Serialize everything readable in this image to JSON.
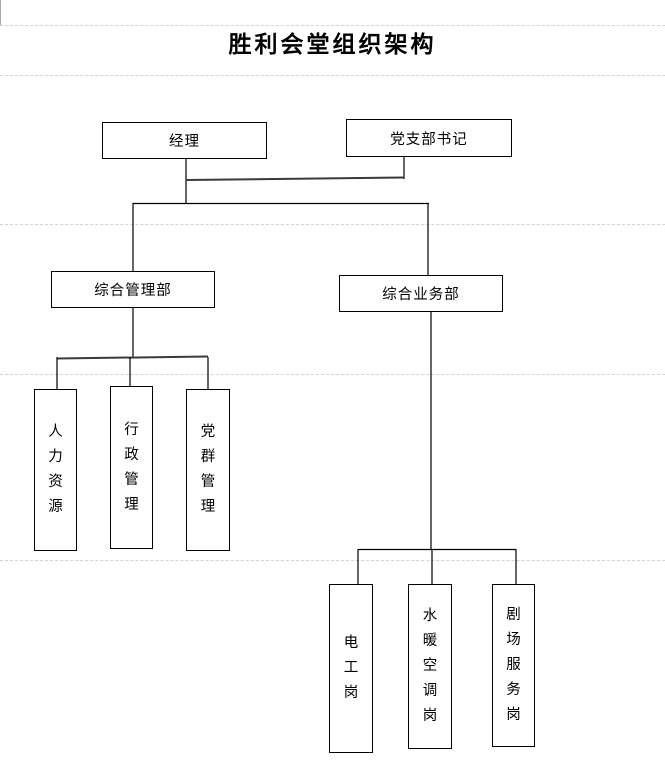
{
  "page": {
    "title": "胜利会堂组织架构"
  },
  "org_chart": {
    "type": "org-tree",
    "leadership": [
      {
        "id": "manager",
        "label": "经理"
      },
      {
        "id": "party-branch-secretary",
        "label": "党支部书记"
      }
    ],
    "departments": [
      {
        "id": "general-management-dept",
        "label": "综合管理部",
        "positions": [
          {
            "label": "人力资源"
          },
          {
            "label": "行政管理"
          },
          {
            "label": "党群管理"
          }
        ]
      },
      {
        "id": "general-business-dept",
        "label": "综合业务部",
        "positions": [
          {
            "label": "电工岗"
          },
          {
            "label": "水暖空调岗"
          },
          {
            "label": "剧场服务岗"
          }
        ]
      }
    ]
  },
  "colors": {
    "background": "#ffffff",
    "box_border": "#000000",
    "connector": "#000000",
    "gridline": "#d1d1d1",
    "text": "#000000"
  }
}
